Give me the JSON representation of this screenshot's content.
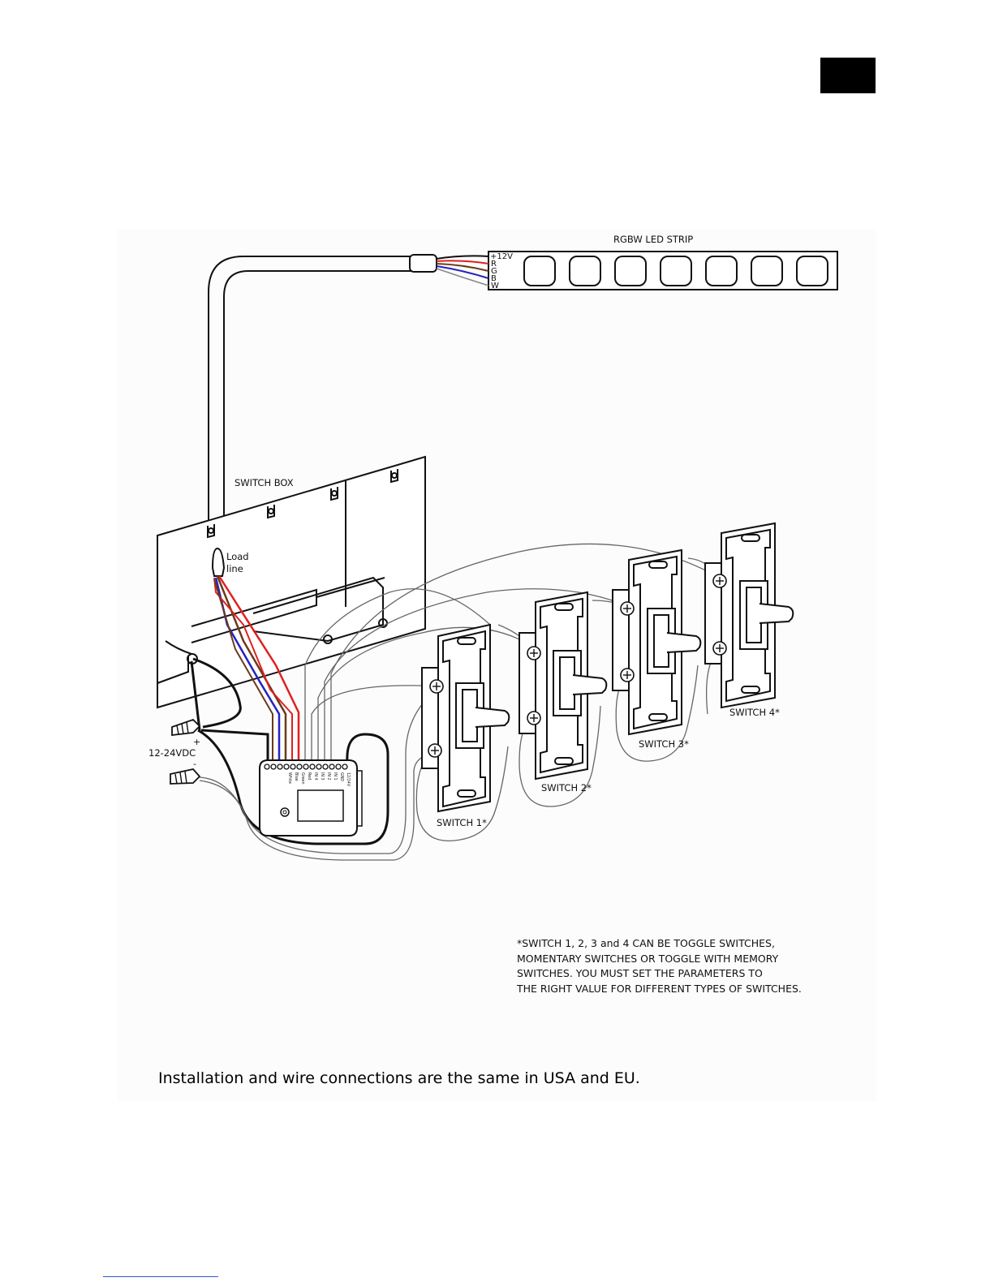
{
  "led_strip": {
    "title": "RGBW LED STRIP",
    "terminals": [
      "+12V",
      "R",
      "G",
      "B",
      "W"
    ]
  },
  "switch_box": {
    "label": "SWITCH BOX"
  },
  "load_line": {
    "line1": "Load",
    "line2": "line"
  },
  "power": {
    "label": "12-24VDC",
    "plus": "+",
    "minus": "-"
  },
  "controller": {
    "terminals": [
      "12/24V",
      "GND",
      "IN 1",
      "IN 2",
      "IN 3",
      "IN 4",
      "Red",
      "Green",
      "Blue",
      "White"
    ]
  },
  "switches": [
    {
      "label": "SWITCH 1*"
    },
    {
      "label": "SWITCH 2*"
    },
    {
      "label": "SWITCH 3*"
    },
    {
      "label": "SWITCH 4*"
    }
  ],
  "note": {
    "lines": [
      "*SWITCH 1, 2, 3 and 4 CAN BE TOGGLE SWITCHES,",
      "MOMENTARY SWITCHES OR TOGGLE WITH MEMORY",
      "SWITCHES. YOU MUST SET THE PARAMETERS TO",
      "THE RIGHT VALUE FOR DIFFERENT TYPES OF SWITCHES."
    ]
  },
  "footer": {
    "text": "Installation and wire connections are the same in USA and EU."
  },
  "colors": {
    "red": "#e02020",
    "brown": "#6b3a1a",
    "blue": "#2424c0",
    "black": "#111111"
  }
}
